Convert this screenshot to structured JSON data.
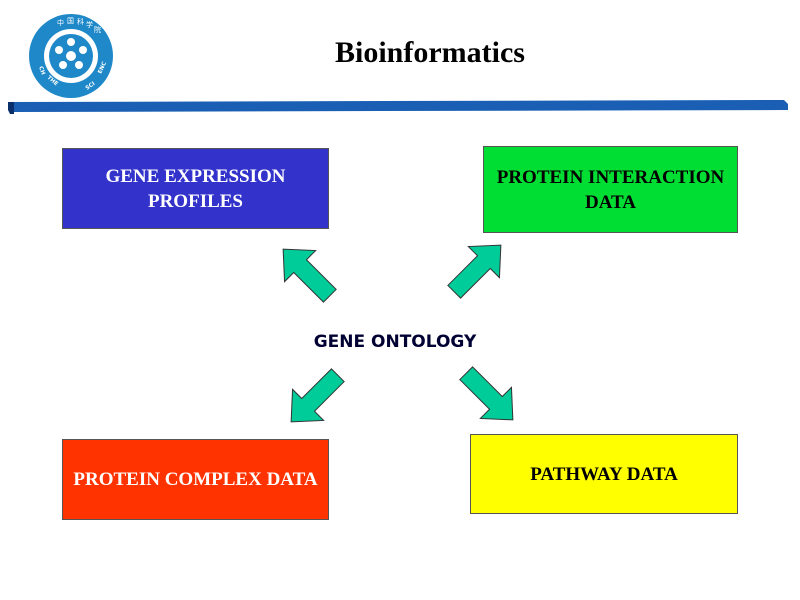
{
  "title": "Bioinformatics",
  "center": "GENE ONTOLOGY",
  "boxes": {
    "gene_expression": "GENE EXPRESSION PROFILES",
    "protein_interaction": "PROTEIN INTERACTION DATA",
    "protein_complex": "PROTEIN COMPLEX DATA",
    "pathway": "PATHWAY DATA"
  },
  "logo": {
    "icon": "chinese-academy-of-sciences-emblem-icon",
    "text": "THE CHINESE ACADEMY OF SCIENCES"
  },
  "colors": {
    "gene_expression": "#3333cc",
    "protein_interaction": "#00dd33",
    "protein_complex": "#ff3300",
    "pathway": "#ffff00",
    "arrow": "#00cc99",
    "bar": "#1a5fb4"
  }
}
